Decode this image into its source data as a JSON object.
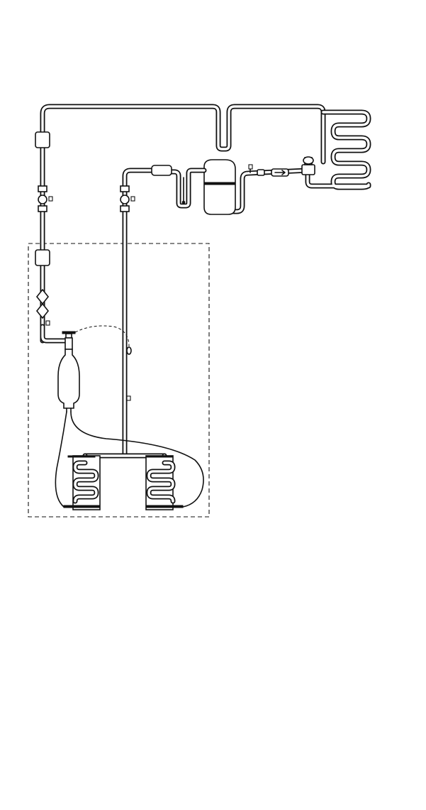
{
  "diagram": {
    "type": "refrigeration-piping-schematic",
    "background_color": "#ffffff",
    "line_color": "#111111",
    "components": {
      "condenser_coil": "serpentine-coil",
      "evaporator_coils": [
        "serpentine-coil",
        "serpentine-coil"
      ],
      "receiver": "vertical-tank",
      "accumulator": "u-tube-trap",
      "expansion_valve": "thermostatic-expansion-valve",
      "service_valves": [
        "ball-valve",
        "ball-valve"
      ],
      "filter_drier": "inline-canister",
      "sight_glass": "double-cone-sight-glass",
      "distributor_bulb": "suction-accumulator-bulb",
      "control_zone": "dashed-enclosure"
    },
    "labels": []
  }
}
